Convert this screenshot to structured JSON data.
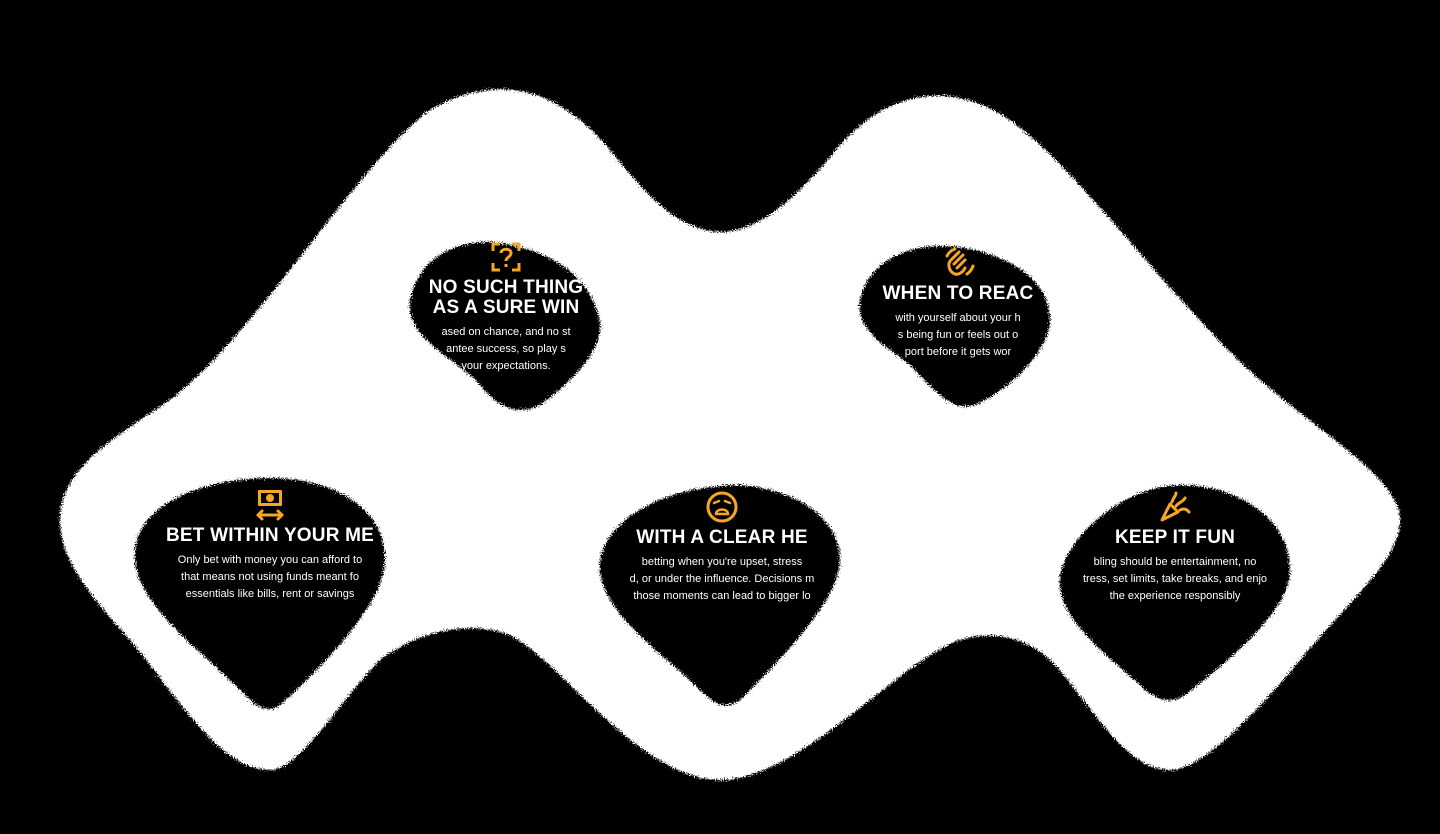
{
  "colors": {
    "background": "#000000",
    "shape": "#ffffff",
    "accent": "#f5a623",
    "text": "#ffffff"
  },
  "cards": [
    {
      "id": "sure-win",
      "icon": "question-frame-icon",
      "title_lines": [
        "NO SUCH THING",
        "AS A SURE WIN"
      ],
      "body_lines": [
        "ased on chance, and no st",
        "antee success, so play s",
        "your expectations."
      ]
    },
    {
      "id": "reach-out",
      "icon": "waving-hand-icon",
      "title_lines": [
        "WHEN TO REAC"
      ],
      "body_lines": [
        "with yourself about your h",
        "s being fun or feels out o",
        "port before it gets wor"
      ]
    },
    {
      "id": "within-means",
      "icon": "money-arrows-icon",
      "title_lines": [
        "BET WITHIN YOUR ME"
      ],
      "body_lines": [
        "Only bet with money you can afford to",
        "that means not using funds meant fo",
        "essentials like bills, rent or savings"
      ]
    },
    {
      "id": "clear-head",
      "icon": "worried-face-icon",
      "title_lines": [
        "WITH A CLEAR HE"
      ],
      "body_lines": [
        "betting when you're upset, stress",
        "d, or under the influence. Decisions m",
        "those moments can lead to bigger lo"
      ]
    },
    {
      "id": "keep-fun",
      "icon": "party-popper-icon",
      "title_lines": [
        "KEEP IT FUN"
      ],
      "body_lines": [
        "bling should be entertainment, no",
        "tress, set limits, take breaks, and enjo",
        "the experience responsibly"
      ]
    }
  ]
}
